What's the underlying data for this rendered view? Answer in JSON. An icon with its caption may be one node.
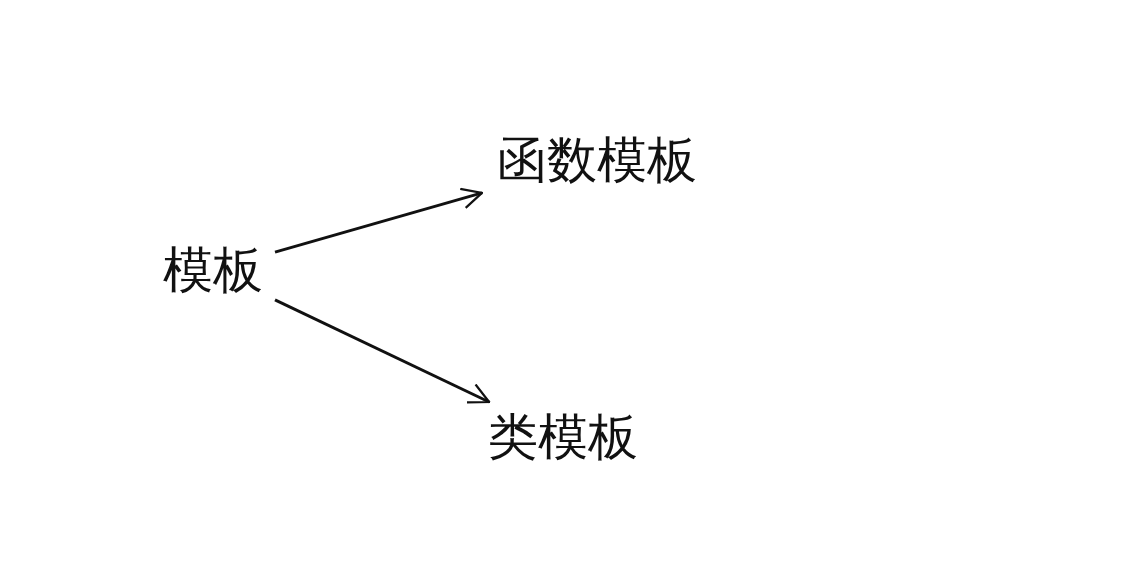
{
  "diagram": {
    "nodes": [
      {
        "text": [
          "模板"
        ]
      },
      {
        "text": [
          "函数模板"
        ]
      },
      {
        "text": [
          "类模板"
        ]
      }
    ],
    "edges": [
      {
        "from": 0,
        "to": 1,
        "arrow": "to"
      },
      {
        "from": 0,
        "to": 2,
        "arrow": "to"
      }
    ]
  }
}
